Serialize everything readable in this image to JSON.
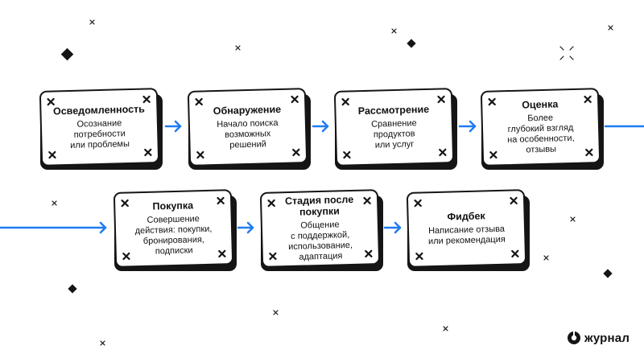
{
  "steps": [
    {
      "title": "Осведомленность",
      "desc": "Осознание\nпотребности\nили проблемы"
    },
    {
      "title": "Обнаружение",
      "desc": "Начало поиска\nвозможных\nрешений"
    },
    {
      "title": "Рассмотрение",
      "desc": "Сравнение\nпродуктов\nили услуг"
    },
    {
      "title": "Оценка",
      "desc": "Более\nглубокий взгляд\nна особенности,\nотзывы"
    },
    {
      "title": "Покупка",
      "desc": "Совершение\nдействия: покупки,\nбронирования,\nподписки"
    },
    {
      "title": "Стадия после\nпокупки",
      "desc": "Общение\nс поддержкой,\nиспользование,\nадаптация"
    },
    {
      "title": "Фидбек",
      "desc": "Написание отзыва\nили рекомендация"
    }
  ],
  "brand": {
    "name": "журнал",
    "icon": "t-journal-logo-icon"
  },
  "colors": {
    "arrow": "#1f7cf2",
    "ink": "#151515"
  }
}
